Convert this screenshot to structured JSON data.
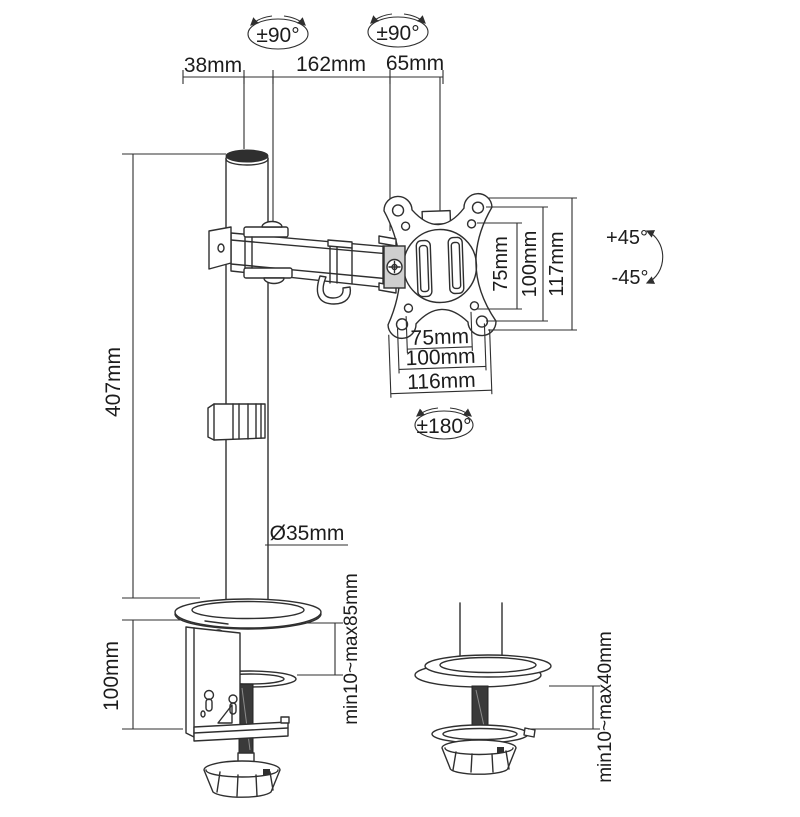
{
  "diagram": {
    "subject": "Single monitor desk mount arm - dimension drawing",
    "background": "#ffffff",
    "line_color": "#2f2f2f",
    "text_color": "#1c1c1c"
  },
  "top_dimensions": {
    "pole_offset": "38mm",
    "arm_reach": "162mm",
    "vesa_offset": "65mm"
  },
  "rotations": {
    "arm_swivel": "±90°",
    "vesa_swivel": "±90°",
    "vesa_rotation": "±180°",
    "tilt_up": "+45°",
    "tilt_down": "-45°"
  },
  "vertical_dimensions": {
    "pole_height": "407mm",
    "clamp_height": "100mm"
  },
  "vesa": {
    "vertical": [
      "75mm",
      "100mm",
      "117mm"
    ],
    "horizontal": [
      "75mm",
      "100mm",
      "116mm"
    ]
  },
  "pole": {
    "diameter": "Ø35mm"
  },
  "mounting": {
    "clamp_thickness_range": "min10~max85mm",
    "grommet_thickness_range": "min10~max40mm"
  }
}
